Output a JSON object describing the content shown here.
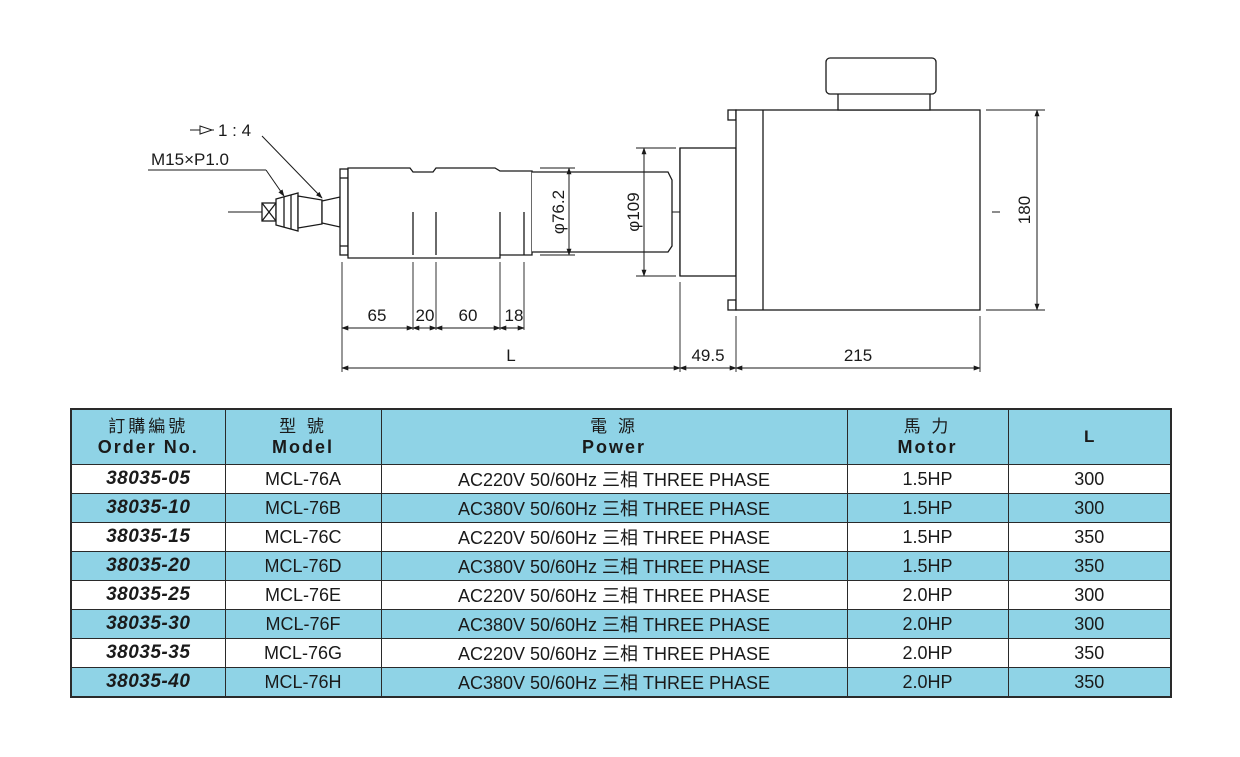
{
  "drawing": {
    "taper_label": "1 : 4",
    "thread_label": "M15×P1.0",
    "dims": {
      "d1": "65",
      "d2": "20",
      "d3": "60",
      "d4": "18",
      "length": "L",
      "flange": "49.5",
      "motor_length": "215",
      "spindle_dia": "φ76.2",
      "flange_dia": "φ109",
      "motor_height": "180"
    }
  },
  "table": {
    "headers": [
      {
        "zh": "訂購編號",
        "en": "Order No."
      },
      {
        "zh": "型 號",
        "en": "Model"
      },
      {
        "zh": "電 源",
        "en": "Power"
      },
      {
        "zh": "馬 力",
        "en": "Motor"
      },
      {
        "zh": "",
        "en": "L"
      }
    ],
    "rows": [
      {
        "order": "38035-05",
        "model": "MCL-76A",
        "power": "AC220V 50/60Hz 三相 THREE PHASE",
        "motor": "1.5HP",
        "l": "300"
      },
      {
        "order": "38035-10",
        "model": "MCL-76B",
        "power": "AC380V 50/60Hz 三相 THREE PHASE",
        "motor": "1.5HP",
        "l": "300"
      },
      {
        "order": "38035-15",
        "model": "MCL-76C",
        "power": "AC220V 50/60Hz 三相 THREE PHASE",
        "motor": "1.5HP",
        "l": "350"
      },
      {
        "order": "38035-20",
        "model": "MCL-76D",
        "power": "AC380V 50/60Hz 三相 THREE PHASE",
        "motor": "1.5HP",
        "l": "350"
      },
      {
        "order": "38035-25",
        "model": "MCL-76E",
        "power": "AC220V 50/60Hz 三相 THREE PHASE",
        "motor": "2.0HP",
        "l": "300"
      },
      {
        "order": "38035-30",
        "model": "MCL-76F",
        "power": "AC380V 50/60Hz 三相 THREE PHASE",
        "motor": "2.0HP",
        "l": "300"
      },
      {
        "order": "38035-35",
        "model": "MCL-76G",
        "power": "AC220V 50/60Hz 三相 THREE PHASE",
        "motor": "2.0HP",
        "l": "350"
      },
      {
        "order": "38035-40",
        "model": "MCL-76H",
        "power": "AC380V 50/60Hz 三相 THREE PHASE",
        "motor": "2.0HP",
        "l": "350"
      }
    ]
  }
}
